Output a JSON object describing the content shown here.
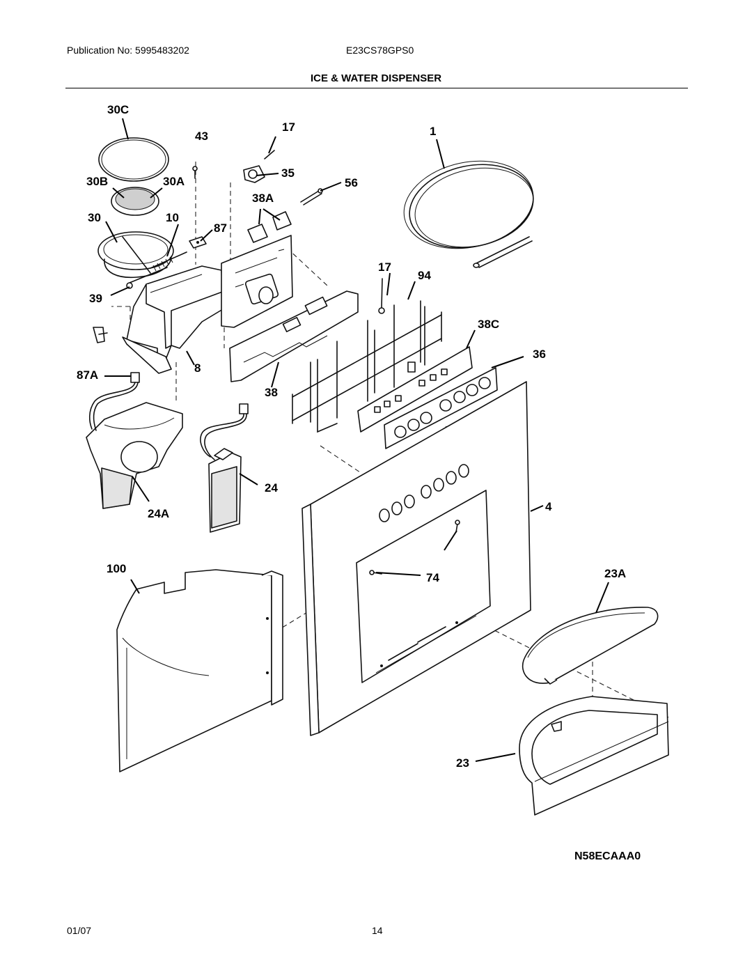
{
  "header": {
    "publication": "Publication No: 5995483202",
    "model": "E23CS78GPS0",
    "title": "ICE & WATER DISPENSER"
  },
  "callouts": {
    "c30C": "30C",
    "c43": "43",
    "c17a": "17",
    "c1": "1",
    "c30B": "30B",
    "c30A": "30A",
    "c35": "35",
    "c56": "56",
    "c38A": "38A",
    "c30": "30",
    "c10": "10",
    "c87": "87",
    "c17b": "17",
    "c94": "94",
    "c39": "39",
    "c38C": "38C",
    "c36": "36",
    "c87A": "87A",
    "c8": "8",
    "c38": "38",
    "c24": "24",
    "c24A": "24A",
    "c4": "4",
    "c100": "100",
    "c74": "74",
    "c23A": "23A",
    "c23": "23"
  },
  "diagram_code": "N58ECAAA0",
  "footer": {
    "date": "01/07",
    "page": "14"
  }
}
